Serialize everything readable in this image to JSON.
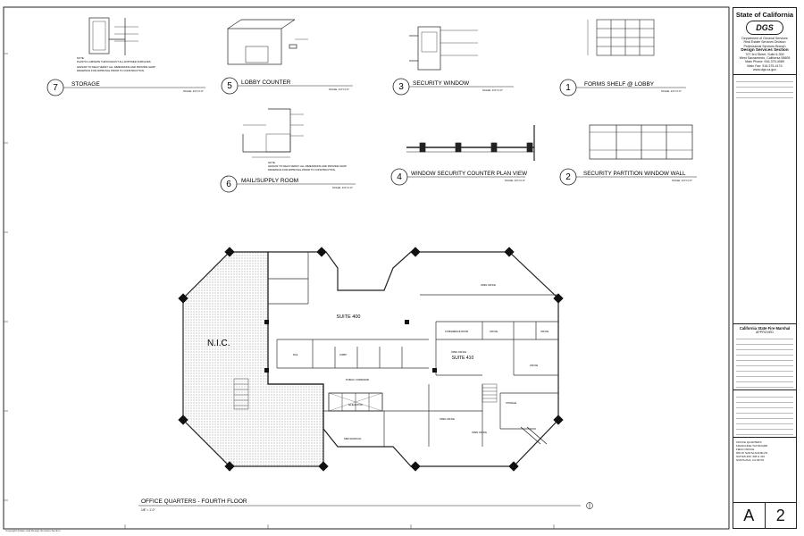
{
  "details": [
    {
      "num": "7",
      "title": "STORAGE",
      "scale": "SCALE: 1/4\"=1'-0\"",
      "notes": [
        "NOTE:",
        "PLASTIC LAMINATE THROUGHOUT ALL EXPOSED SURFACES",
        "LESSOR TO FIELD VERIFY ALL DIMENSIONS AND PROVIDE SHOP",
        "DRAWINGS FOR APPROVAL PRIOR TO CONSTRUCTION."
      ]
    },
    {
      "num": "5",
      "title": "LOBBY COUNTER",
      "scale": "SCALE: 1/4\"=1'-0\""
    },
    {
      "num": "3",
      "title": "SECURITY WINDOW",
      "scale": "SCALE: 1/4\"=1'-0\""
    },
    {
      "num": "1",
      "title": "FORMS SHELF @ LOBBY",
      "scale": "SCALE: 1/4\"=1'-0\""
    },
    {
      "num": "6",
      "title": "MAIL/SUPPLY ROOM",
      "scale": "SCALE: 1/4\"=1'-0\"",
      "notes": [
        "NOTE:",
        "LESSOR TO FIELD VERIFY ALL DIMENSIONS AND PROVIDE SHOP",
        "DRAWINGS FOR APPROVAL PRIOR TO CONSTRUCTION."
      ]
    },
    {
      "num": "4",
      "title": "WINDOW SECURITY COUNTER PLAN VIEW",
      "scale": "SCALE: 1/4\"=1'-0\""
    },
    {
      "num": "2",
      "title": "SECURITY PARTITION WINDOW WALL",
      "scale": "SCALE: 1/4\"=1'-0\""
    }
  ],
  "plan": {
    "title": "OFFICE QUARTERS - FOURTH FLOOR",
    "scale": "1/8\" = 1'-0\"",
    "nic": "N.I.C.",
    "suite_a": "SUITE 400",
    "suite_b": "SUITE 410",
    "elevator": "ELEVATOR",
    "mechanical": "MECHANICAL",
    "corridor": "PUBLIC CORRIDOR",
    "rooms": [
      "FILE",
      "LOBBY",
      "CONFERENCE ROOM",
      "OFFICE",
      "OFFICE",
      "OPEN OFFICE",
      "OPEN OFFICE",
      "STORAGE",
      "OPEN OFFICE",
      "OFFICE",
      "OPEN OFFICE"
    ]
  },
  "title_block": {
    "state": "State of California",
    "logo": "DGS",
    "dept": "Department of General Services",
    "division": "Real Estate Services Division",
    "branch": "Professional Services Branch",
    "section": "Design Services Section",
    "address": "707 3rd Street, Suite 6-300",
    "city": "West Sacramento, California 95605",
    "phone": "Main Phone: 916-375-4089",
    "fax": "Main Fax: 916-375-4174",
    "web": "www.dgs.ca.gov",
    "approval_title": "California State Fire Marshal",
    "approval_status": "APPROVED",
    "sheet_letter": "A",
    "sheet_number": "2",
    "project": [
      "OFFICE QUARTERS",
      "FRANCHISE TAX BOARD",
      "FIELD OFFICE",
      "600 W. SANTA ANA BLVD.",
      "SUITES 400, 405 & 410",
      "SANTA ANA, CA 92701"
    ]
  },
  "footer_text": "Copyright Drawn and Design Services Section"
}
